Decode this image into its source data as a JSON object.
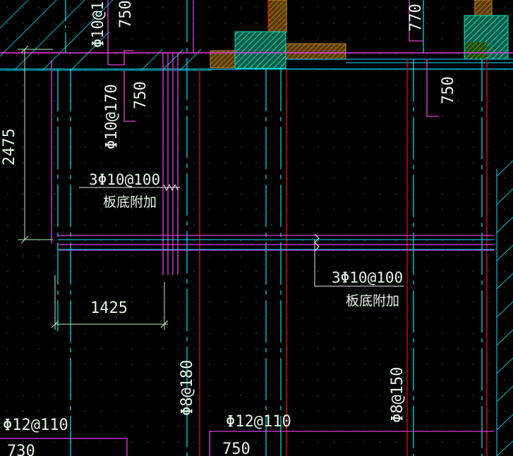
{
  "annotations": {
    "top_left_rebar": "Φ10@1",
    "top_left_dim": "750",
    "top_right_dim": "770",
    "left_rebar_170": "Φ10@170",
    "left_dim_750": "750",
    "right_dim_750": "750",
    "left_vertical_dim": "2475",
    "extra_rebar_1": "3Φ10@100",
    "extra_note_1": "板底附加",
    "extra_rebar_2": "3Φ10@100",
    "extra_note_2": "板底附加",
    "horizontal_dim": "1425",
    "rebar_8_180": "Φ8@180",
    "rebar_8_150": "Φ8@150",
    "bottom_left_rebar": "Φ12@110",
    "bottom_left_dim": "730",
    "bottom_mid_rebar": "Φ12@110",
    "bottom_mid_dim": "750"
  },
  "colors": {
    "background": "#000000",
    "cyan": "#00e5ff",
    "magenta": "#e040e0",
    "green_text": "#c8f0c8",
    "red": "#e01010",
    "orange": "#d08a1a",
    "teal_hatch": "#00c8a0"
  }
}
